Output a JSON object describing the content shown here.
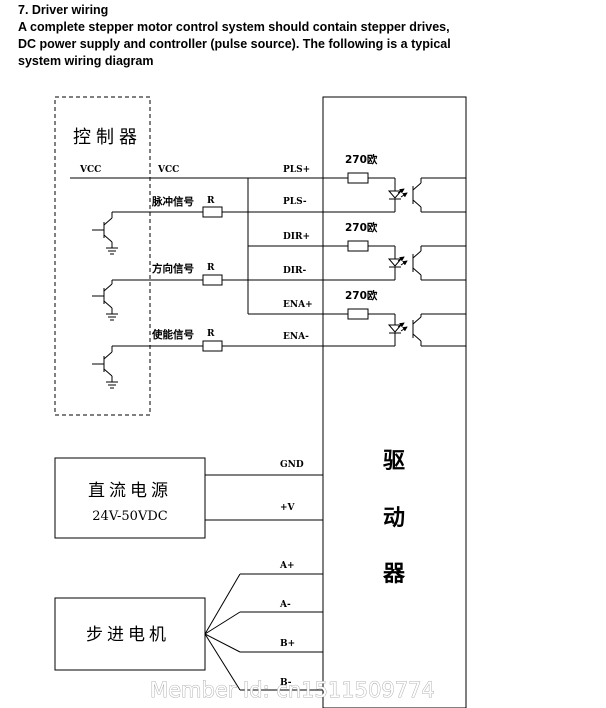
{
  "header": {
    "title": "7. Driver wiring",
    "desc_lines": [
      "A complete stepper motor control system should contain stepper drives,",
      "DC power supply and controller (pulse source). The following is a typical",
      "system wiring diagram"
    ]
  },
  "controller": {
    "name": "控制器",
    "vcc_left": "VCC",
    "vcc_right": "VCC",
    "signals": [
      "脉冲信号",
      "方向信号",
      "使能信号"
    ],
    "resistor_label": "R"
  },
  "driver": {
    "name_chars": [
      "驱",
      "动",
      "器"
    ],
    "inputs": [
      "PLS+",
      "PLS-",
      "DIR+",
      "DIR-",
      "ENA+",
      "ENA-"
    ],
    "resistor_label": "270欧",
    "power_terminals": [
      "GND",
      "+V"
    ],
    "motor_terminals": [
      "A+",
      "A-",
      "B+",
      "B-"
    ]
  },
  "power_supply": {
    "name": "直流电源",
    "spec": "24V-50VDC"
  },
  "motor": {
    "name": "步进电机"
  },
  "watermark": "Member Id: cn1511509774"
}
